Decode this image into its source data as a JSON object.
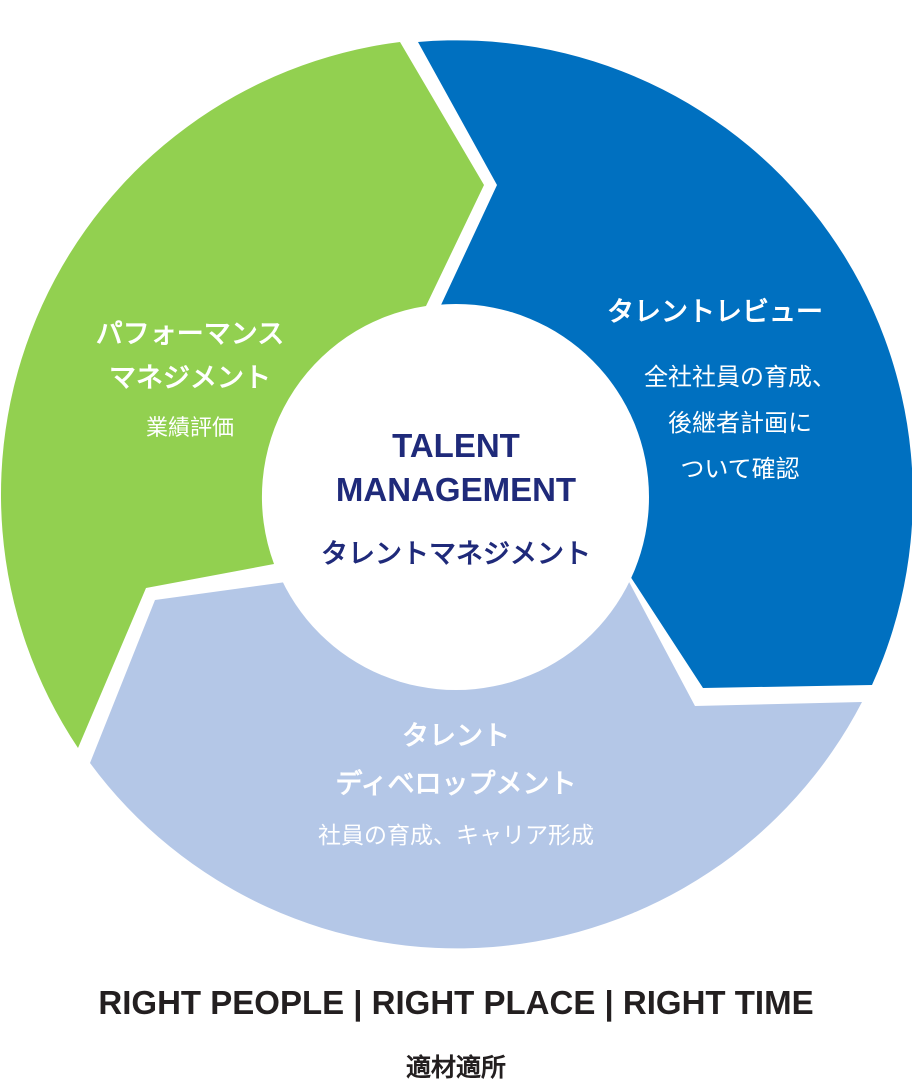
{
  "center": {
    "title_line1": "TALENT",
    "title_line2": "MANAGEMENT",
    "subtitle": "タレントマネジメント"
  },
  "segments": {
    "performance": {
      "title_line1": "パフォーマンス",
      "title_line2": "マネジメント",
      "desc": "業績評価",
      "color": "#92d050"
    },
    "review": {
      "title": "タレントレビュー",
      "desc_line1": "全社社員の育成、",
      "desc_line2": "後継者計画に",
      "desc_line3": "ついて確認",
      "color": "#0070c0"
    },
    "development": {
      "title_line1": "タレント",
      "title_line2": "ディベロップメント",
      "desc": "社員の育成、キャリア形成",
      "color": "#b4c7e7"
    }
  },
  "footer": {
    "tagline": "RIGHT PEOPLE | RIGHT PLACE | RIGHT TIME",
    "subtitle": "適材適所"
  }
}
